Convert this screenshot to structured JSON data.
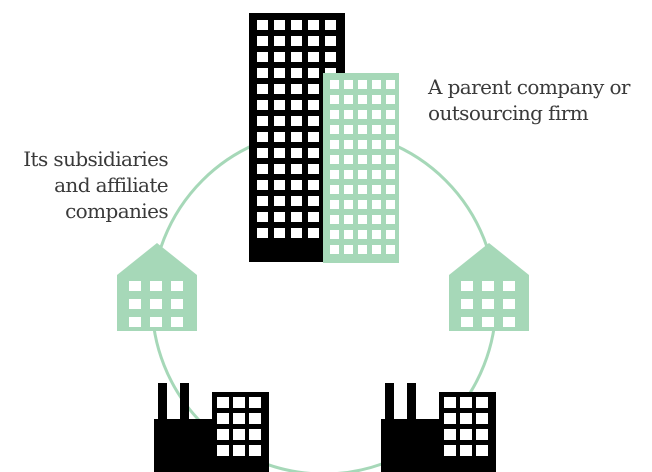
{
  "colors": {
    "black": "#000000",
    "green": "#a6d8b8",
    "circle": "#a6d8b8",
    "window": "#ffffff"
  },
  "labels": {
    "parent": {
      "line1": "A parent company or",
      "line2": "outsourcing firm"
    },
    "subsidiaries": {
      "line1": "Its subsidiaries",
      "line2": "and affiliate",
      "line3": "companies"
    }
  },
  "icons": [
    "parent-tower-black-icon",
    "parent-tower-green-icon",
    "subsidiary-house-left-icon",
    "subsidiary-house-right-icon",
    "factory-left-icon",
    "factory-right-icon"
  ]
}
